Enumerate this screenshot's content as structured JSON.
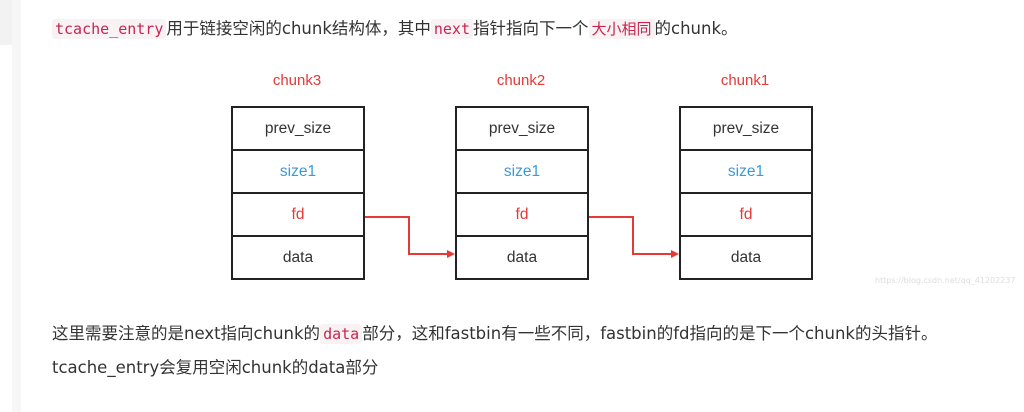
{
  "intro": {
    "code1": "tcache_entry",
    "t1": "用于链接空闲的chunk结构体，其中",
    "code2": "next",
    "t2": "指针指向下一个",
    "hl": "大小相同",
    "t3": "的chunk。"
  },
  "chunks": [
    {
      "label": "chunk3",
      "fields": [
        "prev_size",
        "size1",
        "fd",
        "data"
      ]
    },
    {
      "label": "chunk2",
      "fields": [
        "prev_size",
        "size1",
        "fd",
        "data"
      ]
    },
    {
      "label": "chunk1",
      "fields": [
        "prev_size",
        "size1",
        "fd",
        "data"
      ]
    }
  ],
  "colors": {
    "label": "#e53935",
    "size": "#3a9ad9",
    "fd": "#e53935",
    "arrow": "#e53935"
  },
  "watermark": "https://blog.csdn.net/qq_41202237",
  "para": {
    "t1": "这里需要注意的是next指向chunk的",
    "code": "data",
    "t2": "部分，这和fastbin有一些不同，fastbin的fd指向的是下一个chunk的头指针。tcache_entry会复用空闲chunk的data部分"
  }
}
